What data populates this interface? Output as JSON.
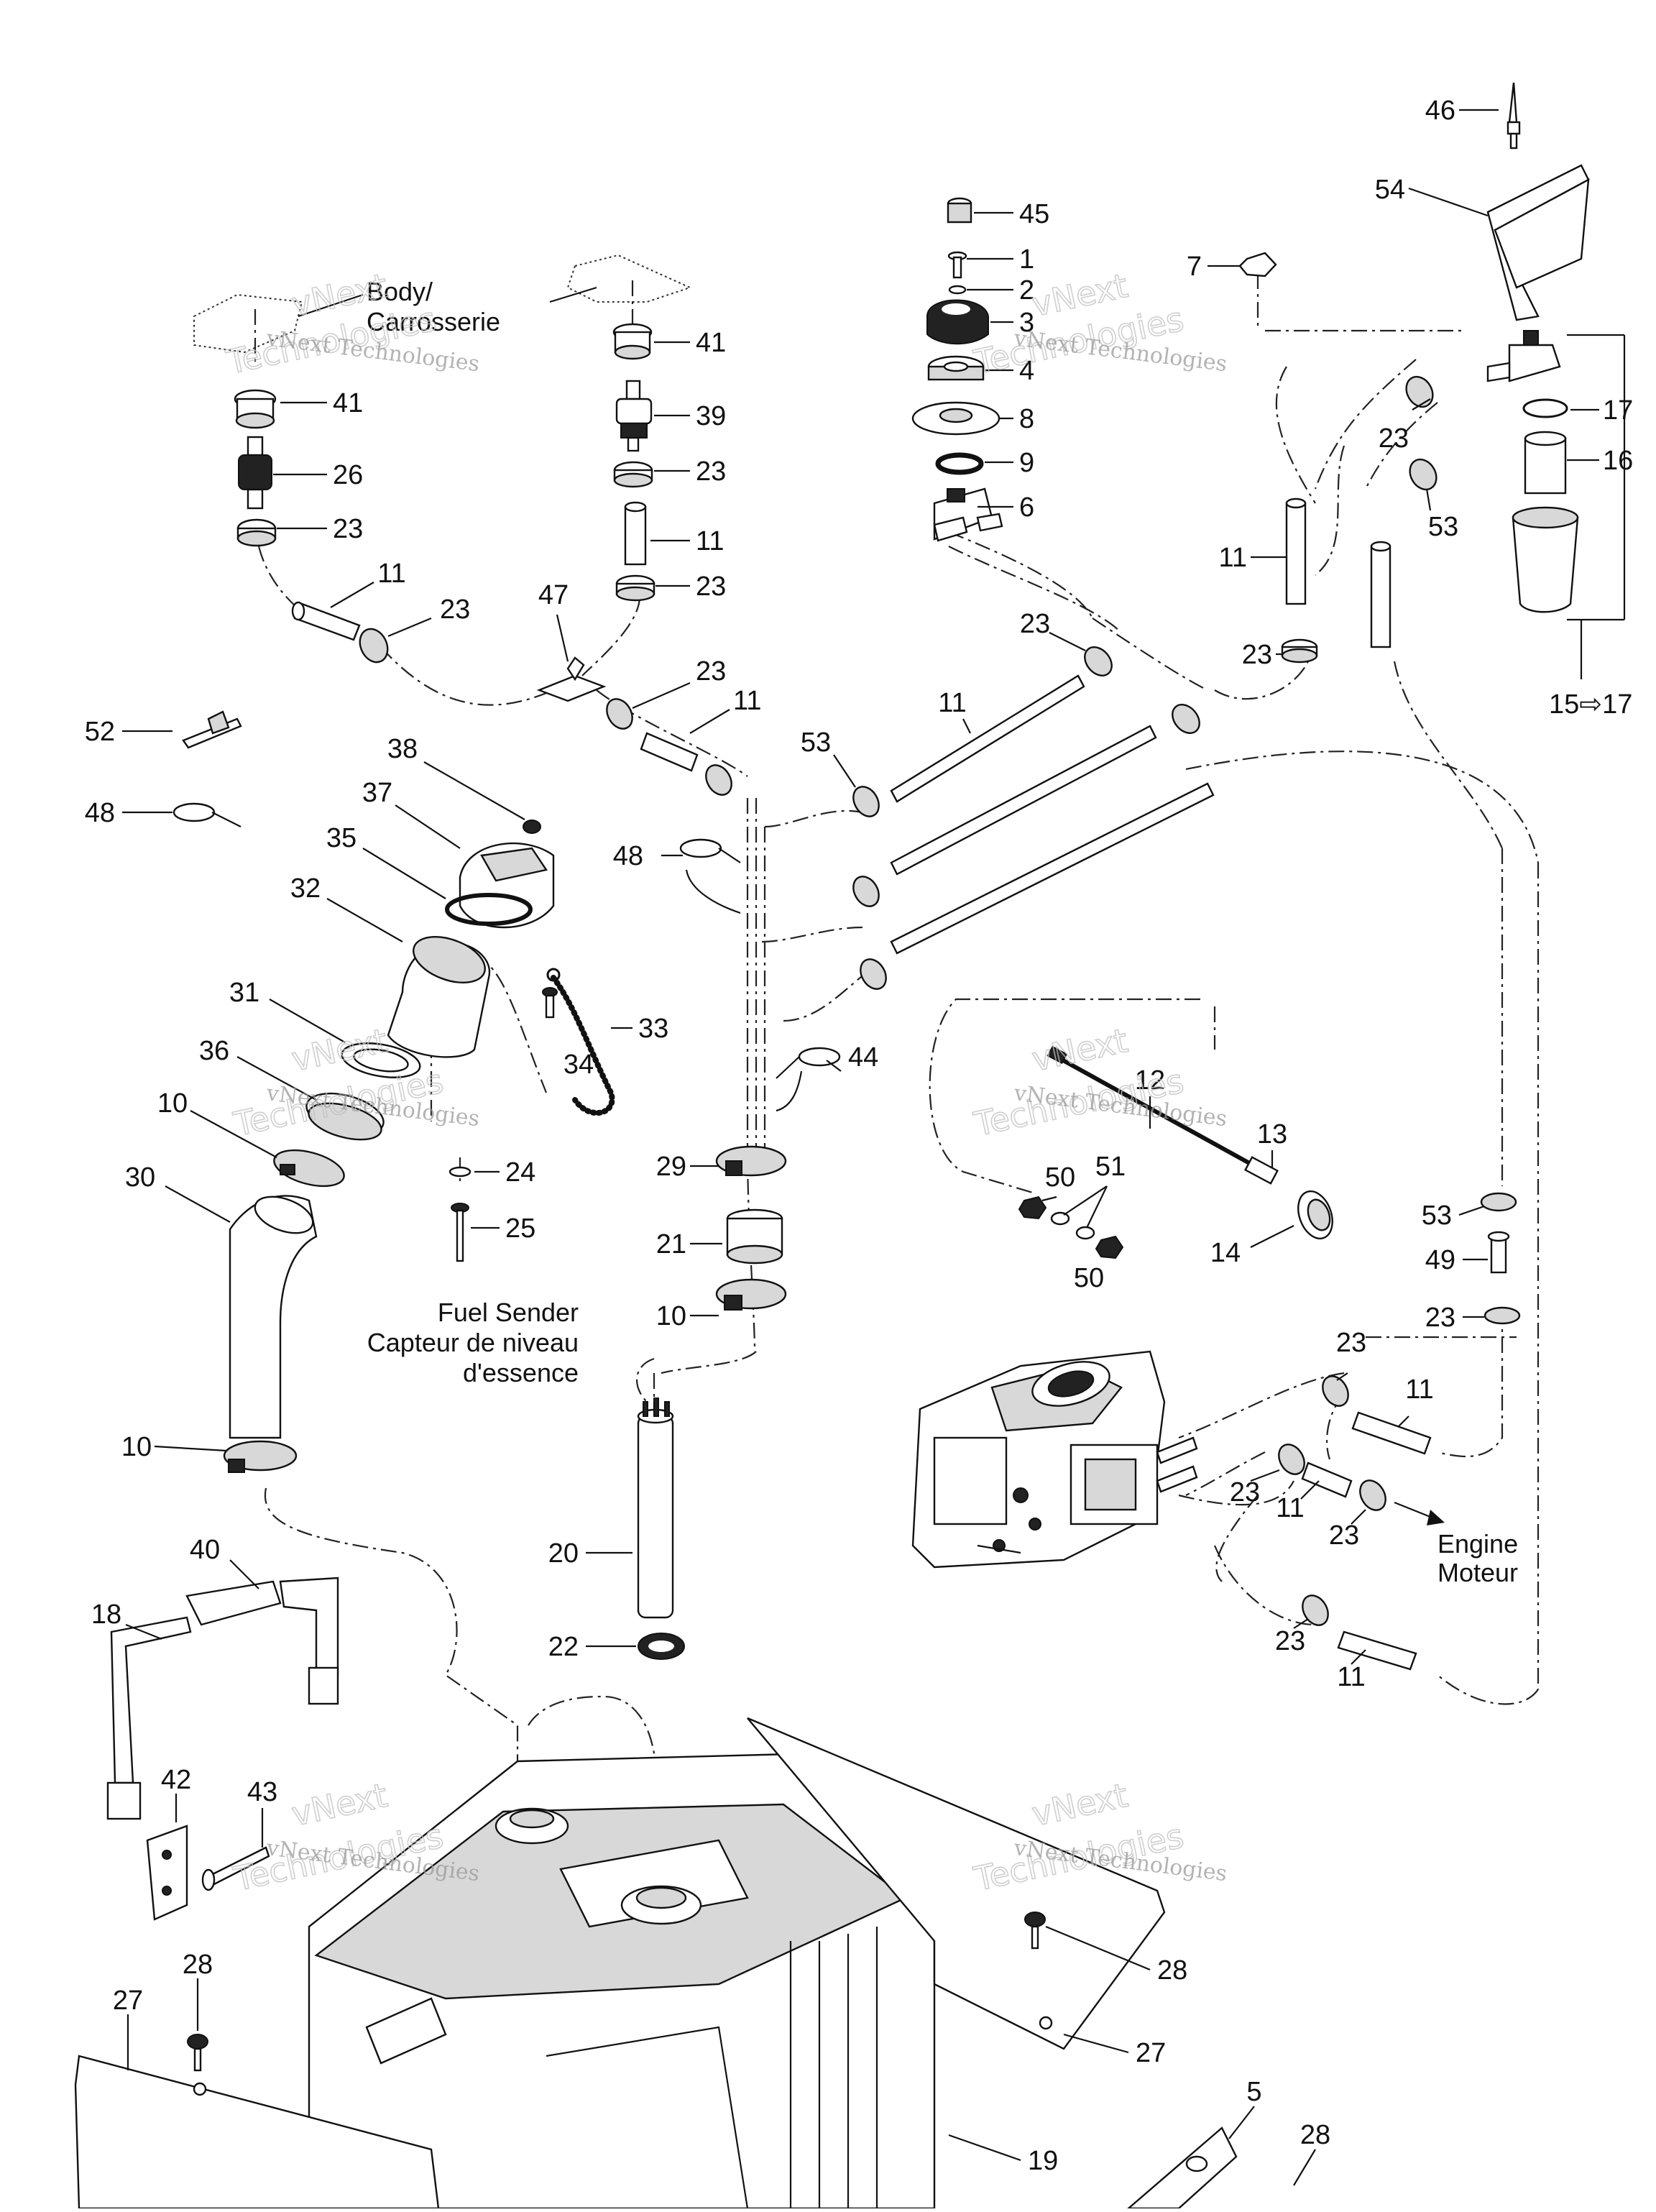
{
  "labels": {
    "body": "Body/",
    "carrosserie": "Carrosserie",
    "fuel_sender_en": "Fuel Sender",
    "fuel_sender_fr1": "Capteur de niveau",
    "fuel_sender_fr2": "d'essence",
    "engine": "Engine",
    "moteur": "Moteur",
    "kit_range": "15⇨17"
  },
  "watermark": {
    "line1": "vNext Technologies",
    "big1": "vNext",
    "big2": "Technologies"
  },
  "callouts": {
    "p1": "1",
    "p2": "2",
    "p3": "3",
    "p4": "4",
    "p5": "5",
    "p6": "6",
    "p7": "7",
    "p8": "8",
    "p9": "9",
    "p10": "10",
    "p11": "11",
    "p12": "12",
    "p13": "13",
    "p14": "14",
    "p16": "16",
    "p17": "17",
    "p18": "18",
    "p19": "19",
    "p20": "20",
    "p21": "21",
    "p22": "22",
    "p23": "23",
    "p24": "24",
    "p25": "25",
    "p26": "26",
    "p27": "27",
    "p28": "28",
    "p29": "29",
    "p30": "30",
    "p31": "31",
    "p32": "32",
    "p33": "33",
    "p34": "34",
    "p35": "35",
    "p36": "36",
    "p37": "37",
    "p38": "38",
    "p39": "39",
    "p40": "40",
    "p41": "41",
    "p42": "42",
    "p43": "43",
    "p44": "44",
    "p45": "45",
    "p46": "46",
    "p47": "47",
    "p48": "48",
    "p49": "49",
    "p50": "50",
    "p51": "51",
    "p52": "52",
    "p53": "53",
    "p54": "54"
  }
}
